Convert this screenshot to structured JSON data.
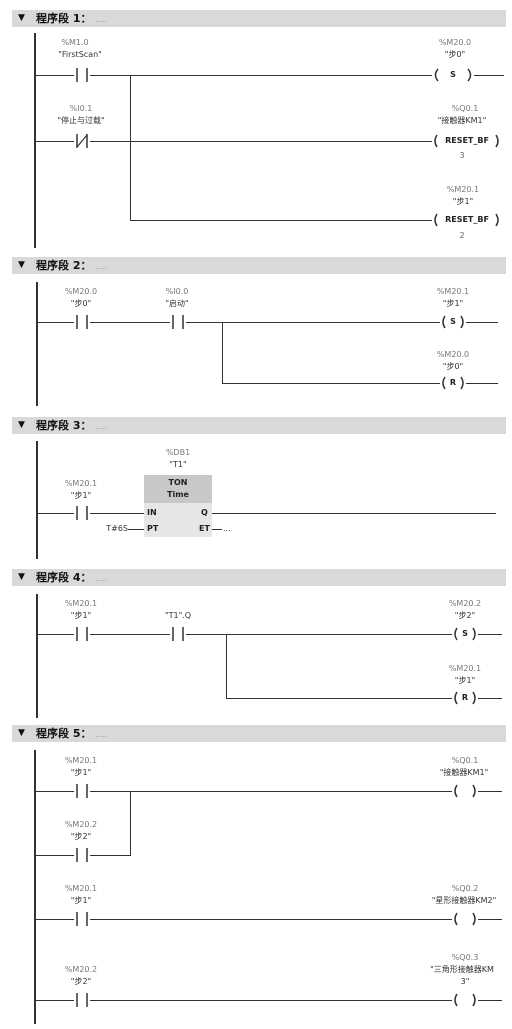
{
  "networks": [
    {
      "label": "程序段 1：",
      "comment": "....."
    },
    {
      "label": "程序段 2：",
      "comment": "....."
    },
    {
      "label": "程序段 3：",
      "comment": "....."
    },
    {
      "label": "程序段 4：",
      "comment": "....."
    },
    {
      "label": "程序段 5：",
      "comment": "....."
    }
  ],
  "toggle_glyph": "▼",
  "n1": {
    "c1_addr": "%M1.0",
    "c1_name": "\"FirstScan\"",
    "c2_addr": "%I0.1",
    "c2_name": "\"停止与过载\"",
    "o1_addr": "%M20.0",
    "o1_name": "\"步0\"",
    "o1_coil": "S",
    "o2_addr": "%Q0.1",
    "o2_name": "\"接触器KM1\"",
    "o2_coil": "RESET_BF",
    "o2_num": "3",
    "o3_addr": "%M20.1",
    "o3_name": "\"步1\"",
    "o3_coil": "RESET_BF",
    "o3_num": "2"
  },
  "n2": {
    "c1_addr": "%M20.0",
    "c1_name": "\"步0\"",
    "c2_addr": "%I0.0",
    "c2_name": "\"启动\"",
    "o1_addr": "%M20.1",
    "o1_name": "\"步1\"",
    "o1_coil": "S",
    "o2_addr": "%M20.0",
    "o2_name": "\"步0\"",
    "o2_coil": "R"
  },
  "n3": {
    "c1_addr": "%M20.1",
    "c1_name": "\"步1\"",
    "db_addr": "%DB1",
    "db_name": "\"T1\"",
    "ton_type": "TON",
    "ton_sub": "Time",
    "pin_in": "IN",
    "pin_pt": "PT",
    "pin_q": "Q",
    "pin_et": "ET",
    "pt_value": "T#6S",
    "et_value": "..."
  },
  "n4": {
    "c1_addr": "%M20.1",
    "c1_name": "\"步1\"",
    "c2_name": "\"T1\".Q",
    "o1_addr": "%M20.2",
    "o1_name": "\"步2\"",
    "o1_coil": "S",
    "o2_addr": "%M20.1",
    "o2_name": "\"步1\"",
    "o2_coil": "R"
  },
  "n5": {
    "c1_addr": "%M20.1",
    "c1_name": "\"步1\"",
    "c2_addr": "%M20.2",
    "c2_name": "\"步2\"",
    "c3_addr": "%M20.1",
    "c3_name": "\"步1\"",
    "c4_addr": "%M20.2",
    "c4_name": "\"步2\"",
    "o1_addr": "%Q0.1",
    "o1_name": "\"接触器KM1\"",
    "o2_addr": "%Q0.2",
    "o2_name": "\"星形接触器KM2\"",
    "o3_addr": "%Q0.3",
    "o3_name_l1": "\"三角形接触器KM",
    "o3_name_l2": "3\""
  }
}
